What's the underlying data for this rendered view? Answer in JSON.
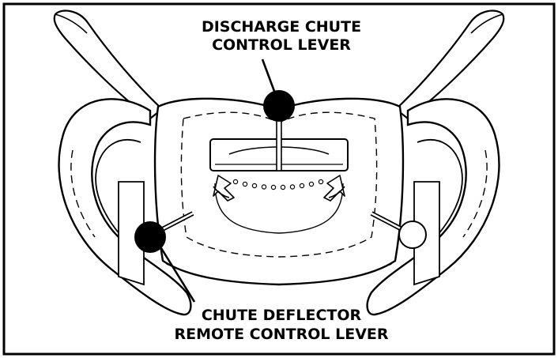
{
  "callouts": {
    "top_label_line1": "DISCHARGE CHUTE",
    "top_label_line2": "CONTROL LEVER",
    "bottom_label_line1": "CHUTE DEFLECTOR",
    "bottom_label_line2": "REMOTE CONTROL LEVER"
  },
  "colors": {
    "ink": "#000000",
    "paper": "#ffffff"
  }
}
